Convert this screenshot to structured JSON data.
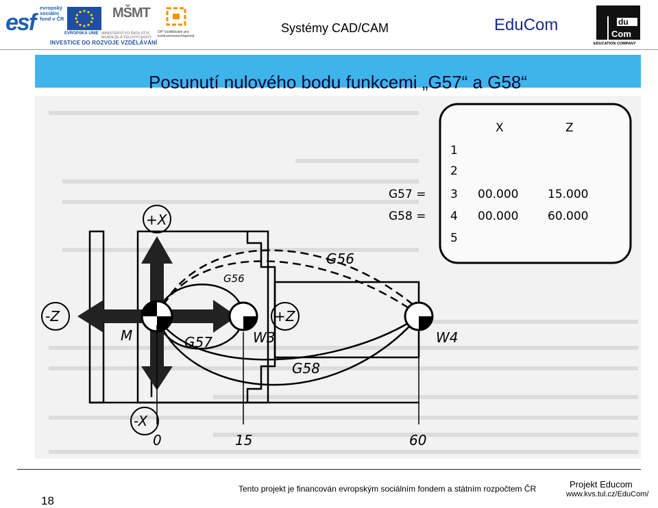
{
  "header": {
    "logos": {
      "esf_mark": "esf",
      "esf_text": [
        "evropský",
        "sociální",
        "fond v ČR"
      ],
      "eu_label": "EVROPSKÁ UNIE",
      "msmt_mark": "MŠMT",
      "msmt_label": "MINISTERSTVO ŠKOLSTVÍ, MLÁDEŽE A TĚLOVÝCHOVY",
      "op_label": "OP Vzdělávání pro konkurenceschopnost",
      "investment_slogan": "INVESTICE DO ROZVOJE VZDĚLÁVÁNÍ"
    },
    "course_title": "Systémy CAD/CAM",
    "brand": "EduCom",
    "educom_logo": {
      "mark_top": "du",
      "mark_bottom": "Com",
      "caption": "EDUCATION COMPANY"
    }
  },
  "slide": {
    "title": "Posunutí nulového bodu funkcemi „G57“ a G58“",
    "colors": {
      "title_bar": "#3fb4ea",
      "title_text": "#0a0a3a",
      "brand": "#1a2a8a"
    }
  },
  "figure": {
    "table_header": {
      "x": "X",
      "z": "Z"
    },
    "table_rows": [
      {
        "label": "",
        "index": "1",
        "x": "",
        "z": ""
      },
      {
        "label": "",
        "index": "2",
        "x": "",
        "z": ""
      },
      {
        "label": "G57 =",
        "index": "3",
        "x": "00.000",
        "z": "15.000"
      },
      {
        "label": "G58 =",
        "index": "4",
        "x": "00.000",
        "z": "60.000"
      },
      {
        "label": "",
        "index": "5",
        "x": "",
        "z": ""
      }
    ],
    "labels": {
      "plus_x": "+X",
      "minus_x": "-X",
      "plus_z": "+Z",
      "minus_z": "-Z",
      "m": "M",
      "w3": "W3",
      "w4": "W4",
      "g56_outer": "G56",
      "g56_inner": "G56",
      "g57": "G57",
      "g58": "G58"
    },
    "axis_ticks": [
      "0",
      "15",
      "60"
    ]
  },
  "footer": {
    "page_number": "18",
    "funding": "Tento projekt je financován evropským sociálním fondem a státním rozpočtem ČR",
    "project": "Projekt Educom",
    "url": "www.kvs.tul.cz/EduCom/"
  }
}
